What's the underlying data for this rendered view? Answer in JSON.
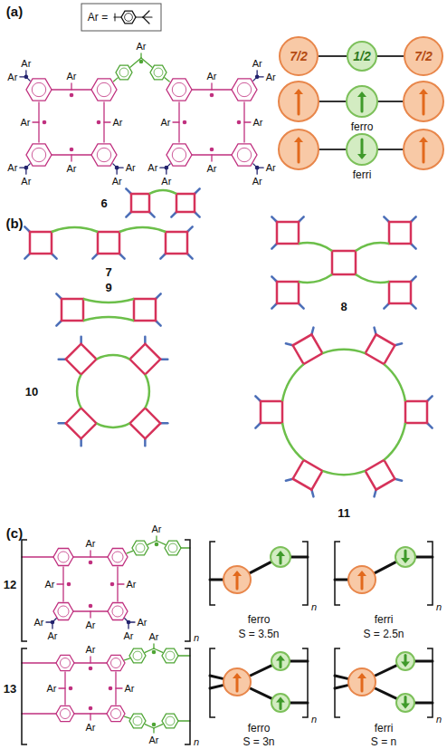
{
  "diagram": {
    "nodes": [
      {
        "text": [
          "7/2"
        ]
      },
      {
        "text": [
          "1/2"
        ]
      },
      {
        "text": [
          "7/2"
        ]
      }
    ],
    "edges": [
      {
        "from": 0,
        "to": 1,
        "arrow": "none"
      },
      {
        "from": 1,
        "to": 2,
        "arrow": "none"
      }
    ],
    "labels": [
      "(a)",
      "Ar =",
      "Ar",
      "Ar",
      "Ar",
      "Ar",
      "Ar",
      "Ar",
      "Ar",
      "Ar",
      "Ar",
      "Ar",
      "Ar",
      "Ar",
      "Ar",
      "Ar",
      "Ar",
      "Ar",
      "Ar",
      "Ar",
      "Ar",
      "Ar",
      "Ar",
      "6",
      "ferro",
      "ferri",
      "(b)",
      "7",
      "9",
      "8",
      "10",
      "11",
      "(c)",
      "Ar",
      "Ar",
      "Ar",
      "Ar",
      "Ar",
      "Ar",
      "Ar",
      "Ar",
      "Ar",
      "12",
      "n",
      "n",
      "ferro",
      "S = 3.5n",
      "n",
      "ferri",
      "S = 2.5n",
      "Ar",
      "Ar",
      "Ar",
      "Ar",
      "Ar",
      "Ar",
      "13",
      "n",
      "n",
      "ferro",
      "S = 3n",
      "n",
      "ferri",
      "S = n"
    ]
  }
}
